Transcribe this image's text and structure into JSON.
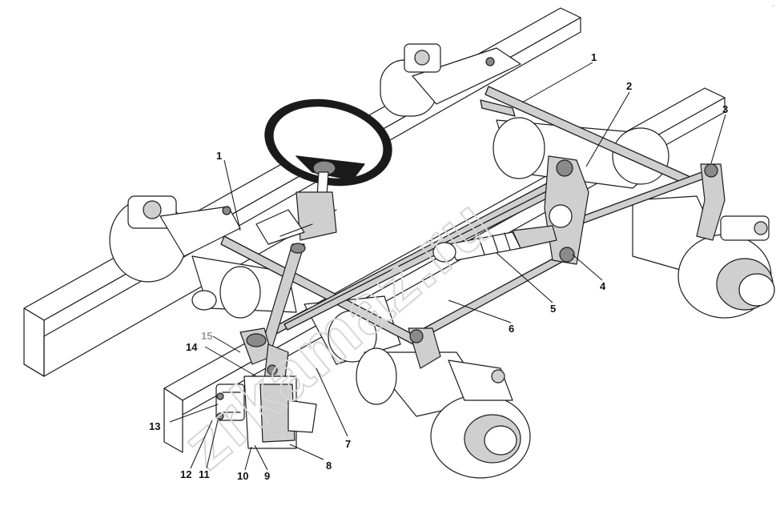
{
  "watermark": "zrkamaz.ru",
  "corner_mark": "−",
  "callouts": [
    {
      "id": "1a",
      "label": "1"
    },
    {
      "id": "1b",
      "label": "1"
    },
    {
      "id": "2",
      "label": "2"
    },
    {
      "id": "3",
      "label": "3"
    },
    {
      "id": "4",
      "label": "4"
    },
    {
      "id": "5",
      "label": "5"
    },
    {
      "id": "6",
      "label": "6"
    },
    {
      "id": "7",
      "label": "7"
    },
    {
      "id": "8",
      "label": "8"
    },
    {
      "id": "9",
      "label": "9"
    },
    {
      "id": "10",
      "label": "10"
    },
    {
      "id": "11",
      "label": "11"
    },
    {
      "id": "12",
      "label": "12"
    },
    {
      "id": "13",
      "label": "13"
    },
    {
      "id": "14",
      "label": "14"
    },
    {
      "id": "15",
      "label": "15"
    }
  ]
}
